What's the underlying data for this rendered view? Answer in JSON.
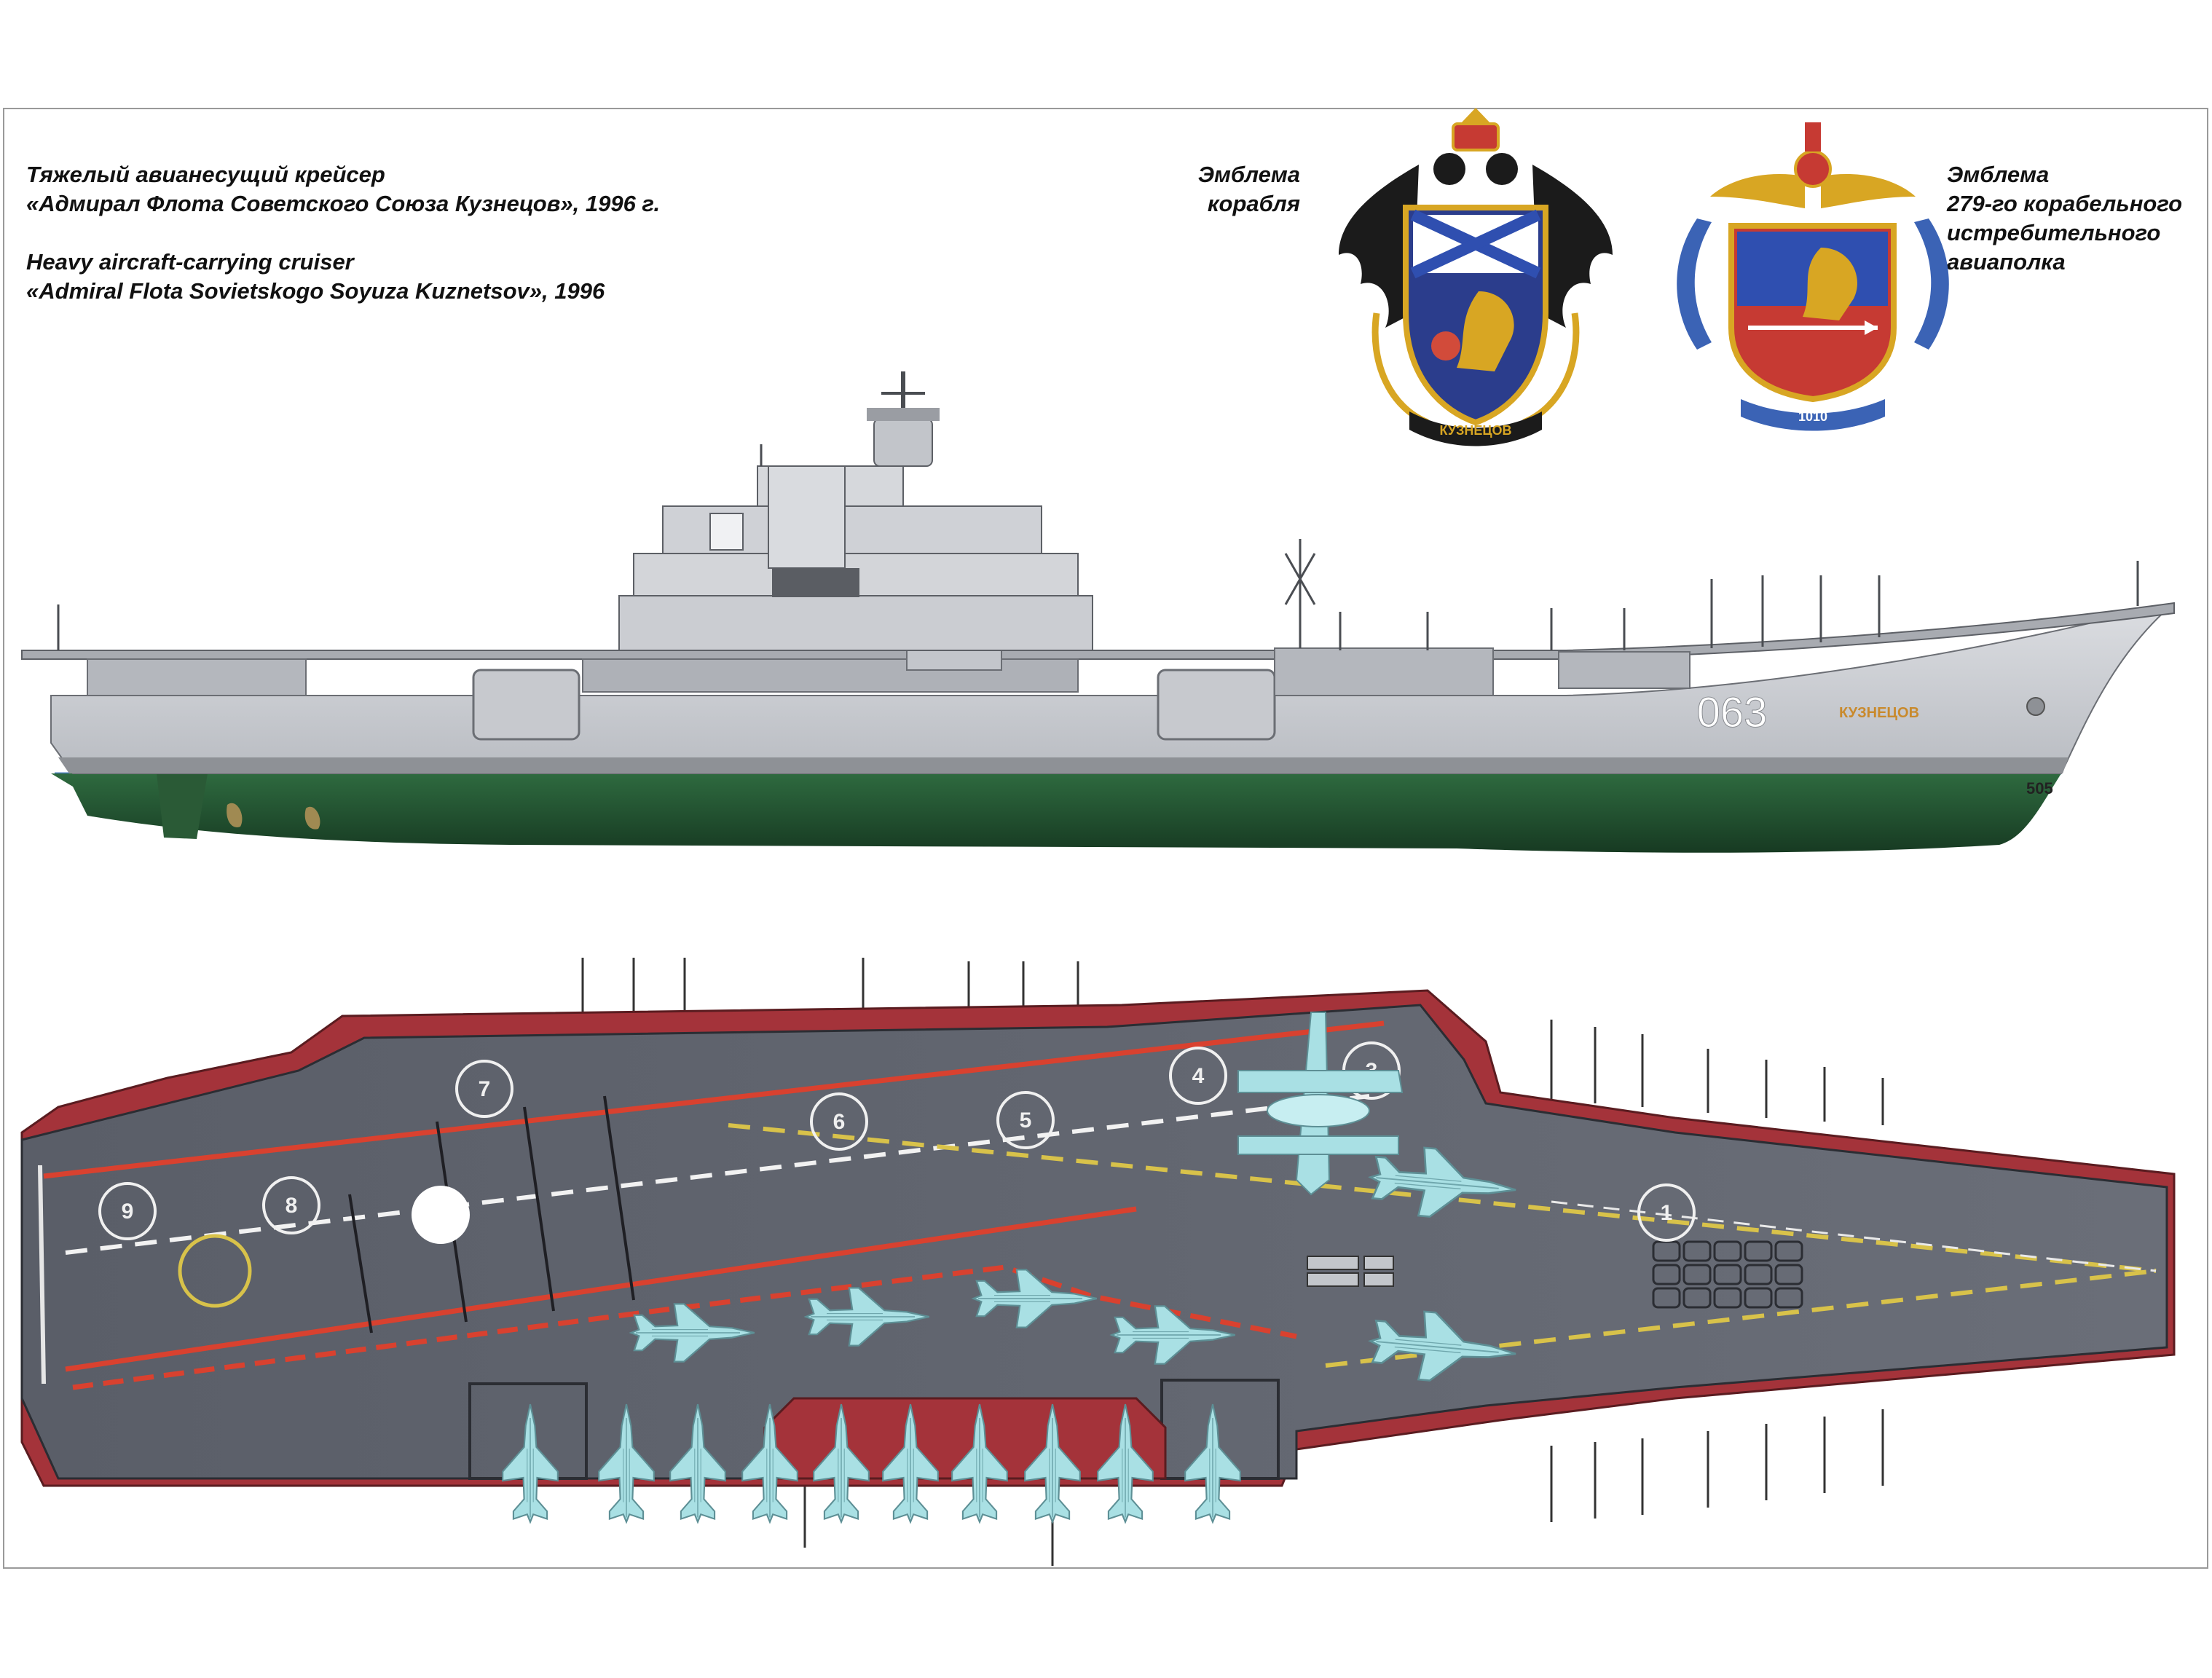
{
  "title": {
    "ru_line1": "Тяжелый авианесущий крейсер",
    "ru_line2": "«Адмирал Флота Советского Союза Кузнецов», 1996 г.",
    "en_line1": "Heavy aircraft-carrying cruiser",
    "en_line2": "«Admiral Flota Sovietskogo Soyuza Kuznetsov», 1996"
  },
  "ship_emblem": {
    "line1": "Эмблема",
    "line2": "корабля",
    "banner": "КУЗНЕЦОВ"
  },
  "regiment_emblem": {
    "line1": "Эмблема",
    "line2": "279-го корабельного",
    "line3": "истребительного",
    "line4": "авиаполка",
    "banner": "1010"
  },
  "side_view": {
    "hull_number": "063",
    "bow_name": "КУЗНЕЦОВ",
    "draft_mark": "505"
  },
  "deck_view": {
    "spot_numbers": [
      "1",
      "3",
      "4",
      "5",
      "6",
      "7",
      "8",
      "9"
    ]
  },
  "colors": {
    "hull_grey": "#c9cbcf",
    "hull_green": "#1f4d2e",
    "deck": "#595d66",
    "deck_edge": "#a4333a",
    "aircraft": "#a9e0e4",
    "waterline": "#4b7fc0"
  }
}
